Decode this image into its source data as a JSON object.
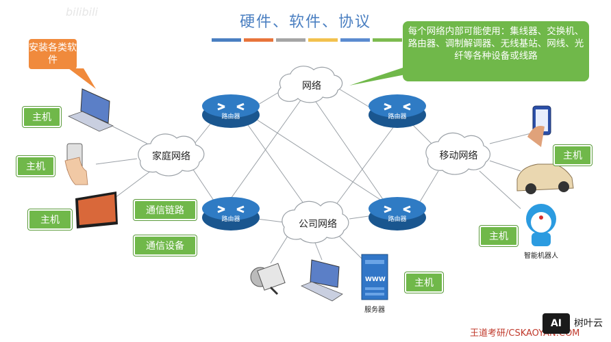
{
  "title": "硬件、软件、协议",
  "colors": {
    "accent": "#4a7fc1",
    "green": "#70b84a",
    "orange": "#f08a3c",
    "router": "#1f5f9e",
    "title_bars": [
      "#4a7fc1",
      "#e8743b",
      "#a5a5a5",
      "#f2c14e",
      "#5b8bd0",
      "#7dbb4f"
    ]
  },
  "callouts": {
    "install_software": "安装各类软件",
    "network_devices": "每个网络内部可能使用：集线器、交换机、路由器、调制解调器、无线基站、网线、光纤等各种设备或线路"
  },
  "clouds": {
    "home": "家庭网络",
    "internet": "网络",
    "mobile": "移动网络",
    "company": "公司网络"
  },
  "router_label": "路由器",
  "host_label": "主机",
  "legend": {
    "link": "通信链路",
    "device": "通信设备"
  },
  "captions": {
    "server": "服务器",
    "robot": "智能机器人",
    "www": "WWW"
  },
  "watermarks": {
    "bottom": "王道考研/CSKAOYAN.COM",
    "brand": "树叶云",
    "bilibili": "bilibili"
  },
  "icons": [
    "laptop-icon",
    "phone-icon",
    "tv-icon",
    "router-icon",
    "cloud-icon",
    "camera-icon",
    "server-icon",
    "car-icon",
    "robot-icon",
    "hand-phone-icon"
  ]
}
